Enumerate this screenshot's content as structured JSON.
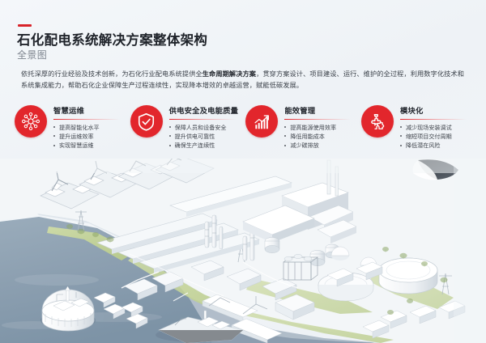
{
  "header": {
    "accent_color": "#d8232a",
    "title": "石化配电系统解决方案整体架构",
    "subtitle": "全景图"
  },
  "intro": {
    "line1_pre": "依托深厚的行业经验及技术创新，为石化行业配电系统提供全",
    "line1_bold": "生命周期解决方案",
    "line1_post": "，贯穿方案设计、项目建设、运行、维护的全过程，",
    "line2": "利用数字化技术和系统集成能力，帮助石化企业保障生产过程连续性，实现降本增效的卓越运营，赋能低碳发展。"
  },
  "cards": [
    {
      "icon": "network-nodes-icon",
      "title": "智慧运维",
      "bullets": [
        "提高智能化水平",
        "提升运维效率",
        "实现智慧运维"
      ]
    },
    {
      "icon": "shield-check-icon",
      "title": "供电安全及电能质量",
      "bullets": [
        "保障人员和设备安全",
        "提升供电可靠性",
        "确保生产连续性"
      ]
    },
    {
      "icon": "bar-chart-arrow-icon",
      "title": "能效管理",
      "bullets": [
        "提高能源使用效率",
        "降低用能成本",
        "减少碳排放"
      ]
    },
    {
      "icon": "puzzle-piece-icon",
      "title": "模块化",
      "bullets": [
        "减少现场安装调试",
        "缩短项目交付周期",
        "降低潜在风险"
      ]
    }
  ],
  "illustration": {
    "name": "petrochemical-plant-3d-render",
    "description": "白色等轴测3D渲染的石化厂全景，包含海水、码头、油罐、炼化装置、抽油机、输电塔与船舶",
    "colors": {
      "water": "#8fa2b2",
      "water_deep": "#7e93a5",
      "land": "#f4f6f8",
      "grass": "#c7d69a",
      "structure_light": "#ffffff",
      "structure_shade": "#d6dde4",
      "dark_accent": "#2c3036"
    }
  },
  "theme": {
    "background": "#f2f5f8",
    "brand_red": "#e2262c",
    "text_dark": "#23272e",
    "text_muted": "#7d848e"
  }
}
